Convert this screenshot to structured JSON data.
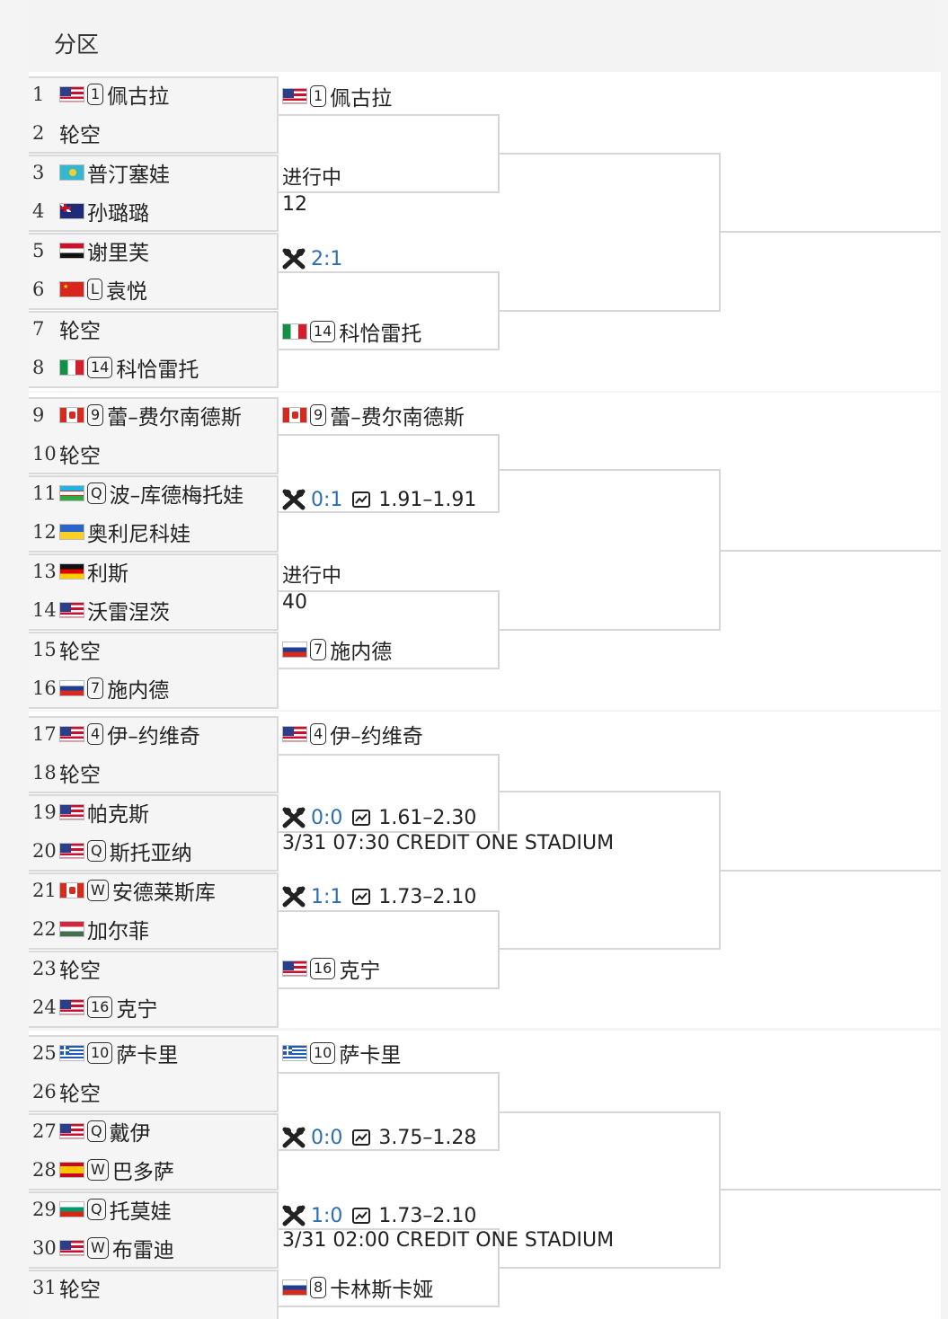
{
  "header": {
    "title": "分区"
  },
  "colors": {
    "link": "#2d6db3",
    "line": "#d6d6d9",
    "box_bg": "#f5f5f6"
  },
  "round1": [
    {
      "num": "1",
      "flag": "usa",
      "badge": "1",
      "name": "佩古拉"
    },
    {
      "num": "2",
      "flag": "",
      "badge": "",
      "name": "轮空"
    },
    {
      "num": "3",
      "flag": "kazakhstan",
      "badge": "",
      "name": "普汀塞娃"
    },
    {
      "num": "4",
      "flag": "australia",
      "badge": "",
      "name": "孙璐璐"
    },
    {
      "num": "5",
      "flag": "egypt",
      "badge": "",
      "name": "谢里芙"
    },
    {
      "num": "6",
      "flag": "china",
      "badge": "L",
      "name": "袁悦"
    },
    {
      "num": "7",
      "flag": "",
      "badge": "",
      "name": "轮空"
    },
    {
      "num": "8",
      "flag": "italy",
      "badge": "14",
      "name": "科恰雷托"
    },
    {
      "num": "9",
      "flag": "canada",
      "badge": "9",
      "name": "蕾–费尔南德斯"
    },
    {
      "num": "10",
      "flag": "",
      "badge": "",
      "name": "轮空"
    },
    {
      "num": "11",
      "flag": "uzbekistan",
      "badge": "Q",
      "name": "波–库德梅托娃"
    },
    {
      "num": "12",
      "flag": "ukraine",
      "badge": "",
      "name": "奥利尼科娃"
    },
    {
      "num": "13",
      "flag": "germany",
      "badge": "",
      "name": "利斯"
    },
    {
      "num": "14",
      "flag": "usa",
      "badge": "",
      "name": "沃雷涅茨"
    },
    {
      "num": "15",
      "flag": "",
      "badge": "",
      "name": "轮空"
    },
    {
      "num": "16",
      "flag": "russia",
      "badge": "7",
      "name": "施内德"
    },
    {
      "num": "17",
      "flag": "usa",
      "badge": "4",
      "name": "伊–约维奇"
    },
    {
      "num": "18",
      "flag": "",
      "badge": "",
      "name": "轮空"
    },
    {
      "num": "19",
      "flag": "usa",
      "badge": "",
      "name": "帕克斯"
    },
    {
      "num": "20",
      "flag": "usa",
      "badge": "Q",
      "name": "斯托亚纳"
    },
    {
      "num": "21",
      "flag": "canada",
      "badge": "W",
      "name": "安德莱斯库"
    },
    {
      "num": "22",
      "flag": "hungary",
      "badge": "",
      "name": "加尔菲"
    },
    {
      "num": "23",
      "flag": "",
      "badge": "",
      "name": "轮空"
    },
    {
      "num": "24",
      "flag": "usa",
      "badge": "16",
      "name": "克宁"
    },
    {
      "num": "25",
      "flag": "greece",
      "badge": "10",
      "name": "萨卡里"
    },
    {
      "num": "26",
      "flag": "",
      "badge": "",
      "name": "轮空"
    },
    {
      "num": "27",
      "flag": "usa",
      "badge": "Q",
      "name": "戴伊"
    },
    {
      "num": "28",
      "flag": "spain",
      "badge": "W",
      "name": "巴多萨"
    },
    {
      "num": "29",
      "flag": "bulgaria",
      "badge": "Q",
      "name": "托莫娃"
    },
    {
      "num": "30",
      "flag": "usa",
      "badge": "W",
      "name": "布雷迪"
    },
    {
      "num": "31",
      "flag": "",
      "badge": "",
      "name": "轮空"
    }
  ],
  "round2": [
    {
      "flag": "usa",
      "badge": "1",
      "name": "佩古拉"
    },
    {
      "flag": "italy",
      "badge": "14",
      "name": "科恰雷托"
    },
    {
      "flag": "canada",
      "badge": "9",
      "name": "蕾–费尔南德斯"
    },
    {
      "flag": "russia",
      "badge": "7",
      "name": "施内德"
    },
    {
      "flag": "usa",
      "badge": "4",
      "name": "伊–约维奇"
    },
    {
      "flag": "usa",
      "badge": "16",
      "name": "克宁"
    },
    {
      "flag": "greece",
      "badge": "10",
      "name": "萨卡里"
    },
    {
      "flag": "russia",
      "badge": "8",
      "name": "卡林斯卡娅"
    }
  ],
  "statuses": [
    {
      "id": "s1",
      "text": "进行中"
    },
    {
      "id": "s2",
      "text": "12"
    },
    {
      "id": "s3",
      "text": "进行中"
    },
    {
      "id": "s4",
      "text": "40"
    },
    {
      "id": "s5",
      "text": "3/31 07:30 CREDIT ONE STADIUM"
    },
    {
      "id": "s6",
      "text": "3/31 02:00 CREDIT ONE STADIUM"
    }
  ],
  "scores": [
    {
      "score": "2:1",
      "odds": ""
    },
    {
      "score": "0:1",
      "odds": "1.91–1.91"
    },
    {
      "score": "0:0",
      "odds": "1.61–2.30"
    },
    {
      "score": "1:1",
      "odds": "1.73–2.10"
    },
    {
      "score": "0:0",
      "odds": "3.75–1.28"
    },
    {
      "score": "1:0",
      "odds": "1.73–2.10"
    }
  ]
}
